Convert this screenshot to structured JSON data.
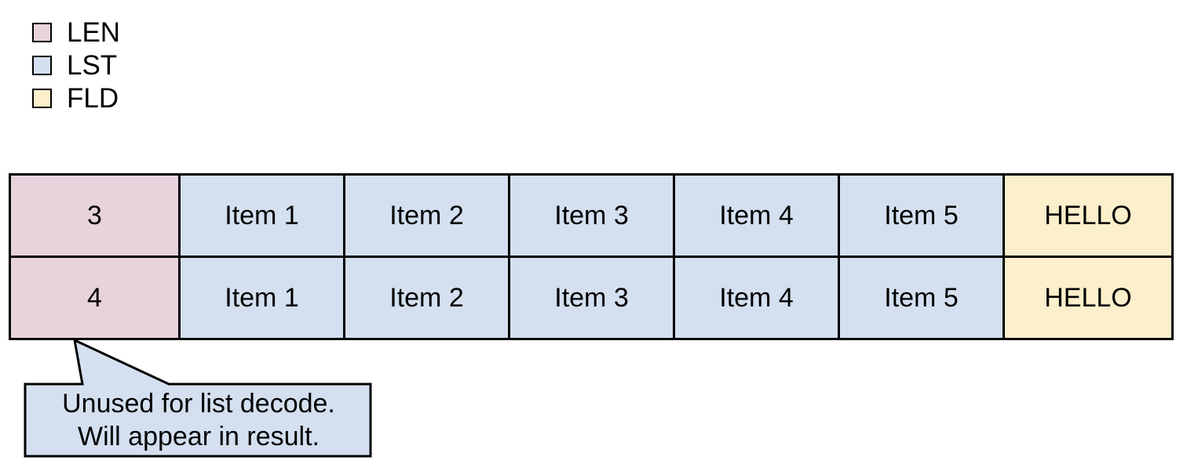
{
  "legend": {
    "items": [
      {
        "label": "LEN",
        "color": "#e8d3dd",
        "icon": "legend-swatch-icon"
      },
      {
        "label": "LST",
        "color": "#d4e0f0",
        "icon": "legend-swatch-icon"
      },
      {
        "label": "FLD",
        "color": "#fcefcb",
        "icon": "legend-swatch-icon"
      }
    ]
  },
  "colors": {
    "len": "#e8d3dd",
    "lst": "#d4e0f0",
    "fld": "#fcefcb",
    "border": "#000000",
    "callout_fill": "#d4e0f0",
    "background": "#ffffff"
  },
  "table": {
    "rows": [
      {
        "len": "3",
        "list": [
          "Item 1",
          "Item 2",
          "Item 3",
          "Item 4",
          "Item 5"
        ],
        "fld": "HELLO"
      },
      {
        "len": "4",
        "list": [
          "Item 1",
          "Item 2",
          "Item 3",
          "Item 4",
          "Item 5"
        ],
        "fld": "HELLO"
      }
    ]
  },
  "callout": {
    "line1": "Unused for list decode.",
    "line2": "Will appear in result."
  }
}
